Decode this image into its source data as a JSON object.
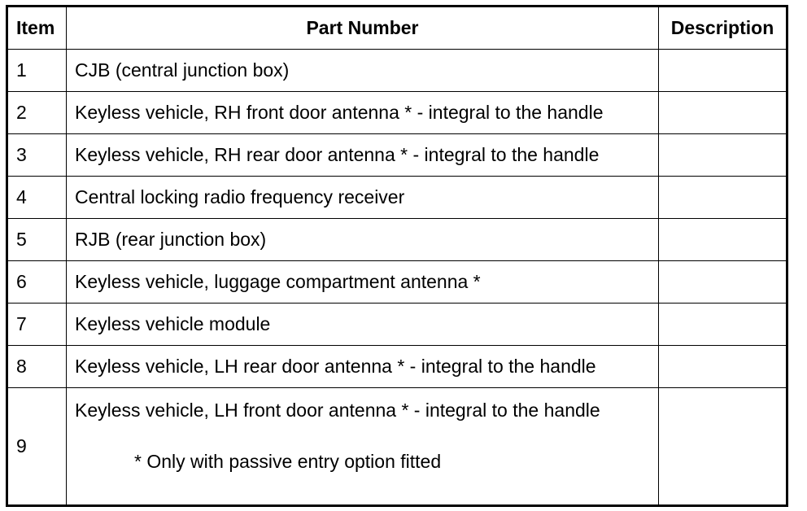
{
  "table": {
    "headers": {
      "item": "Item",
      "part_number": "Part Number",
      "description": "Description"
    },
    "rows": [
      {
        "item": "1",
        "part": "CJB (central junction box)",
        "description": ""
      },
      {
        "item": "2",
        "part": "Keyless vehicle, RH front door antenna * - integral to the handle",
        "description": ""
      },
      {
        "item": "3",
        "part": "Keyless vehicle, RH rear door antenna * - integral to the handle",
        "description": ""
      },
      {
        "item": "4",
        "part": "Central locking radio frequency receiver",
        "description": ""
      },
      {
        "item": "5",
        "part": "RJB (rear junction box)",
        "description": ""
      },
      {
        "item": "6",
        "part": "Keyless vehicle, luggage compartment antenna *",
        "description": ""
      },
      {
        "item": "7",
        "part": "Keyless vehicle module",
        "description": ""
      },
      {
        "item": "8",
        "part": "Keyless vehicle, LH rear door antenna * - integral to the handle",
        "description": ""
      },
      {
        "item": "9",
        "part": "Keyless vehicle, LH front door antenna * - integral to the handle",
        "description": "",
        "note": "* Only with passive entry option fitted"
      }
    ]
  }
}
